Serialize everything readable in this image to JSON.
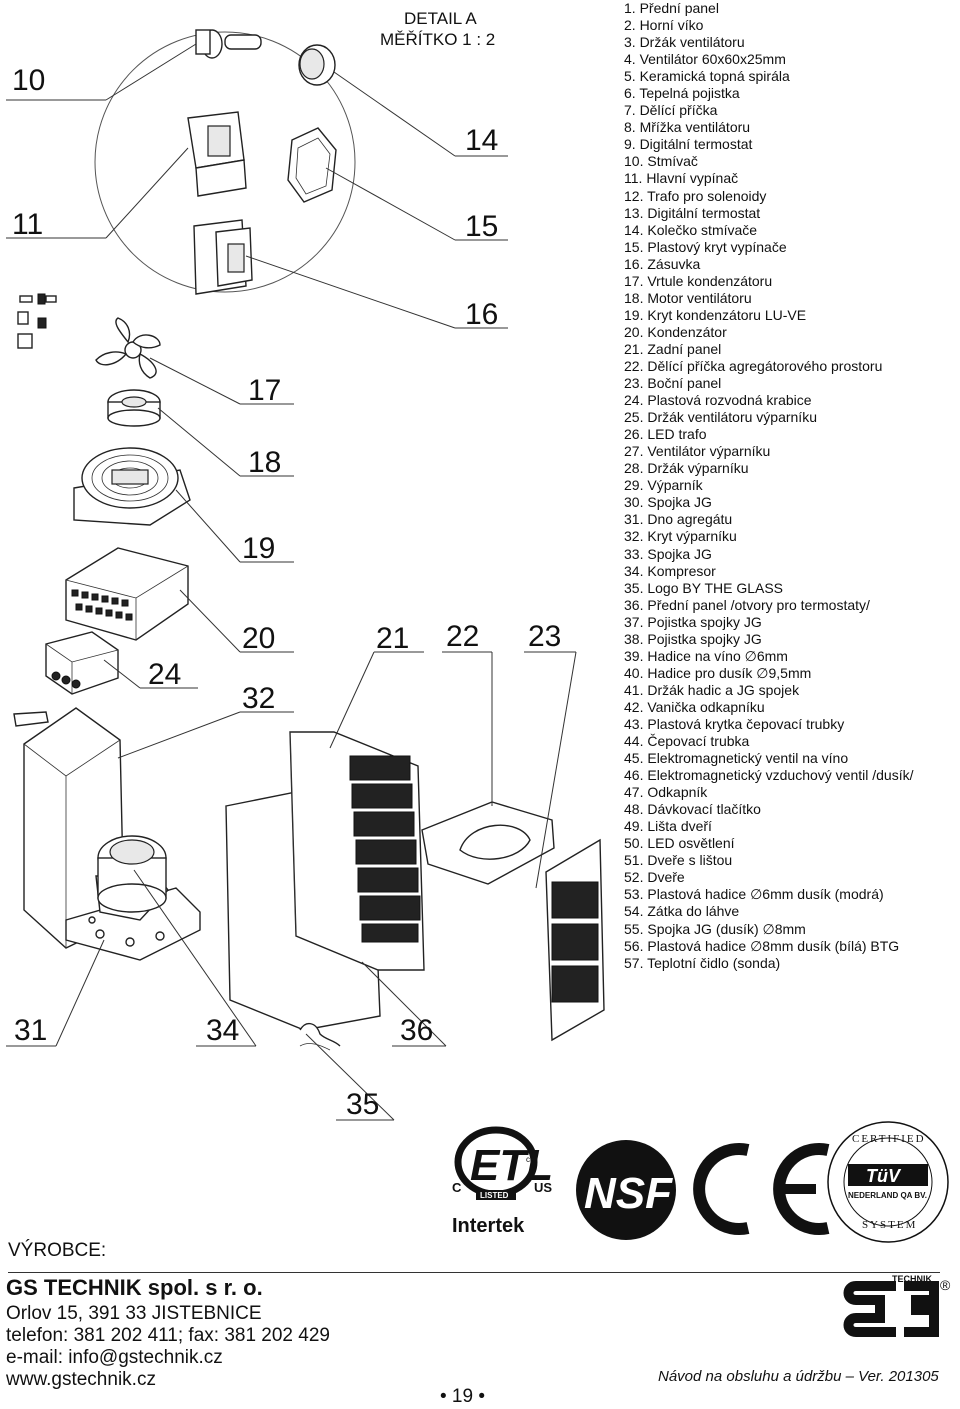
{
  "detail": {
    "title": "DETAIL A",
    "scale": "MĚŘÍTKO 1 : 2"
  },
  "callouts": [
    "10",
    "11",
    "14",
    "15",
    "16",
    "17",
    "18",
    "19",
    "20",
    "21",
    "22",
    "23",
    "24",
    "32",
    "31",
    "34",
    "36",
    "35"
  ],
  "parts": [
    "1. Přední panel",
    "2. Horní víko",
    "3. Držák ventilátoru",
    "4. Ventilátor 60x60x25mm",
    "5. Keramická topná spirála",
    "6. Tepelná pojistka",
    "7. Dělící příčka",
    "8. Mřížka ventilátoru",
    "9. Digitální termostat",
    "10. Stmívač",
    "11. Hlavní vypínač",
    "12. Trafo pro solenoidy",
    "13. Digitální termostat",
    "14. Kolečko stmívače",
    "15. Plastový kryt vypínače",
    "16. Zásuvka",
    "17. Vrtule kondenzátoru",
    "18. Motor ventilátoru",
    "19. Kryt kondenzátoru LU-VE",
    "20. Kondenzátor",
    "21. Zadní panel",
    "22. Dělící příčka agregátorového prostoru",
    "23. Boční panel",
    "24. Plastová rozvodná krabice",
    "25. Držák ventilátoru výparníku",
    "26. LED trafo",
    "27. Ventilátor výparníku",
    "28. Držák výparníku",
    "29. Výparník",
    "30. Spojka JG",
    "31. Dno agregátu",
    "32. Kryt výparníku",
    "33. Spojka JG",
    "34. Kompresor",
    "35. Logo BY THE GLASS",
    "36. Přední panel /otvory pro termostaty/",
    "37. Pojistka spojky JG",
    "38. Pojistka spojky JG",
    "39. Hadice na víno ∅6mm",
    "40. Hadice pro dusík ∅9,5mm",
    "41. Držák hadic a JG spojek",
    "42. Vanička odkapníku",
    "43. Plastová krytka čepovací trubky",
    "44. Čepovací trubka",
    "45. Elektromagnetický ventil na víno",
    "46. Elektromagnetický vzduchový ventil /dusík/",
    "47. Odkapník",
    "48. Dávkovací tlačítko",
    "49. Lišta dveří",
    "50. LED osvětlení",
    "51. Dveře s lištou",
    "52. Dveře",
    "53. Plastová hadice ∅6mm dusík (modrá)",
    "54. Zátka do láhve",
    "55. Spojka JG (dusík) ∅8mm",
    "56. Plastová hadice ∅8mm dusík (bílá) BTG",
    "57. Teplotní čidlo (sonda)"
  ],
  "certifications": {
    "etl": {
      "left": "C",
      "center": "LISTED",
      "right": "US",
      "brand": "Intertek",
      "small": "c"
    },
    "nsf": "NSF",
    "ce": "CE",
    "tuv": {
      "top": "CERTIFIED",
      "mark": "TüV",
      "sub": "NEDERLAND QA BV.",
      "bottom": "SYSTEM"
    }
  },
  "manufacturer": {
    "label": "VÝROBCE:",
    "name": "GS TECHNIK spol. s r. o.",
    "address_lines": [
      "Orlov 15, 391 33 JISTEBNICE",
      "telefon: 381 202 411; fax: 381 202 429",
      "e-mail: info@gstechnik.cz",
      "www.gstechnik.cz"
    ],
    "logo": {
      "mark": "GS",
      "tag": "TECHNIK",
      "registered": "®"
    }
  },
  "footer": {
    "page": "• 19 •",
    "title": "Návod na obsluhu a údržbu – Ver. 201305"
  }
}
